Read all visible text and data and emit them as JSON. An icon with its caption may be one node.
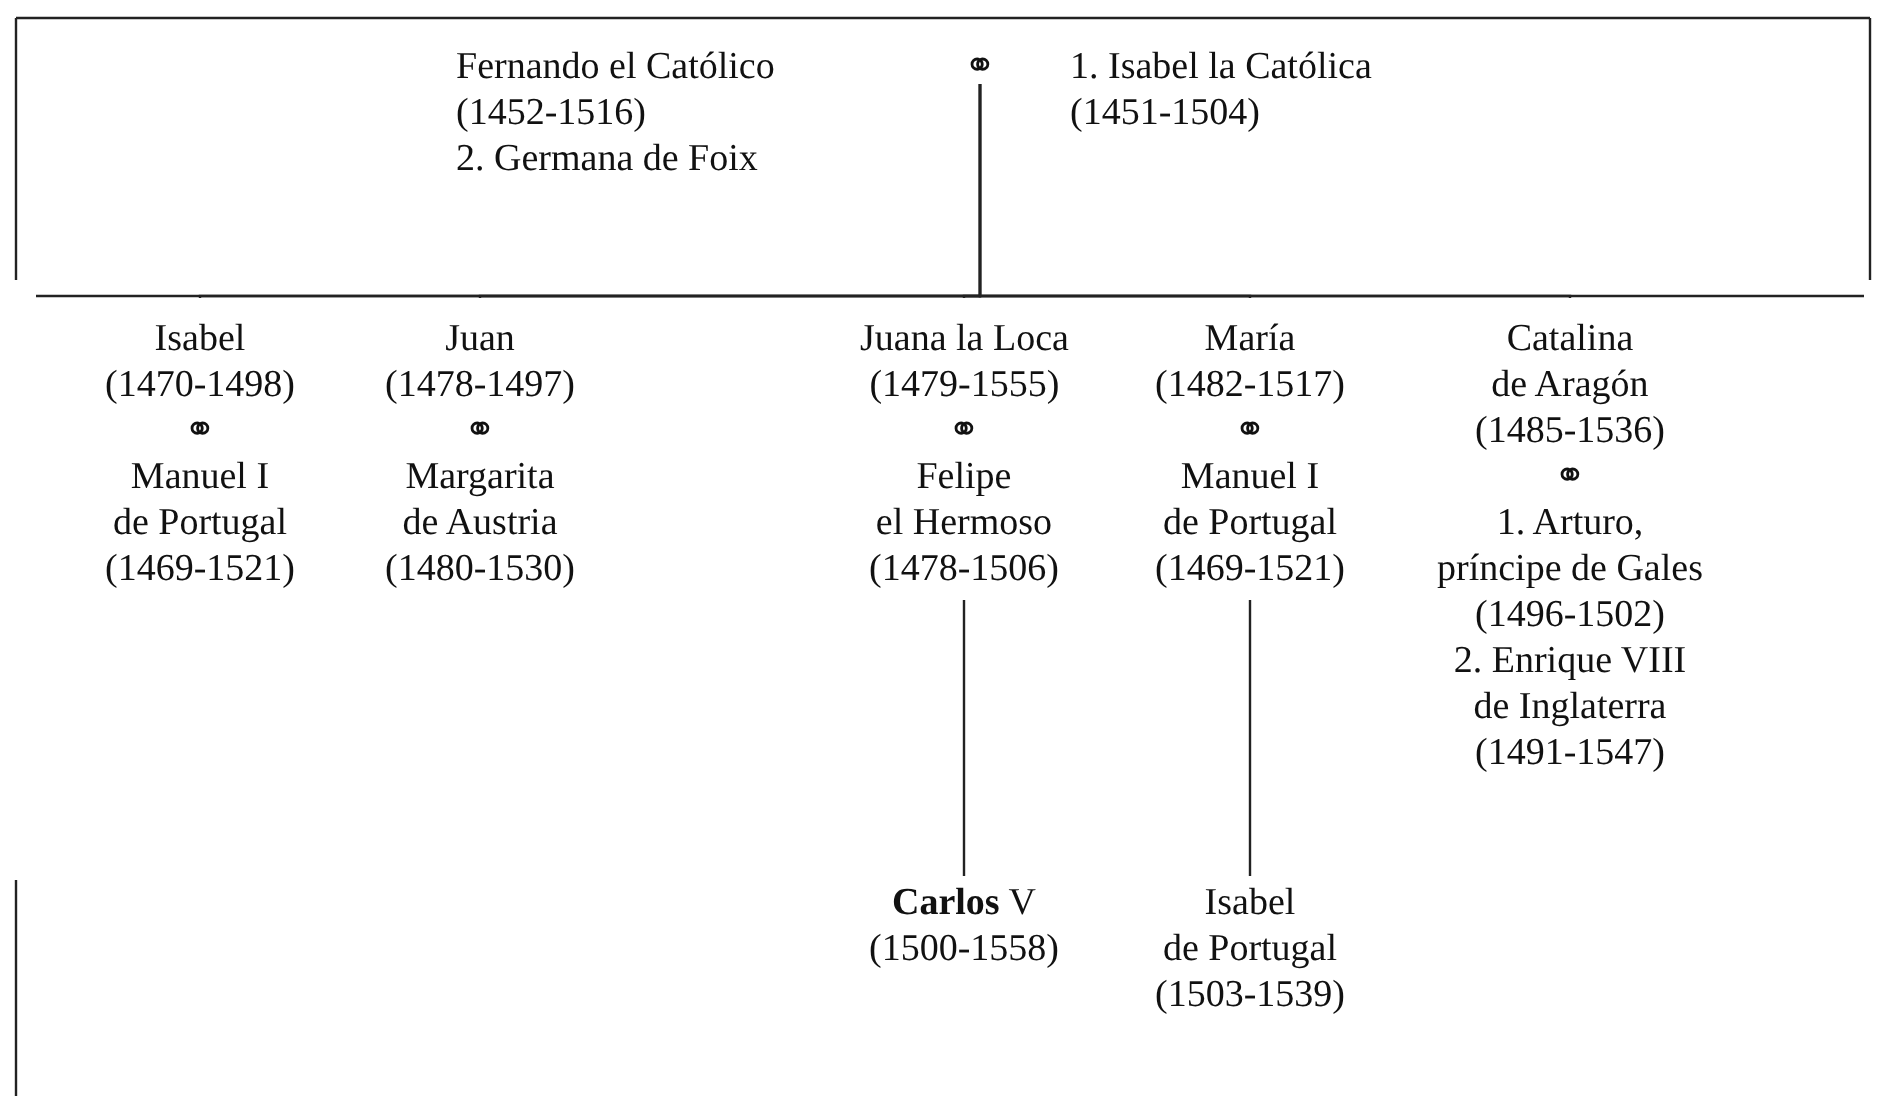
{
  "diagram": {
    "nodes": [
      {
        "text": [
          "Fernando el Católico (1452-1516)",
          "2. Germana de Foix"
        ]
      },
      {
        "text": [
          "⚭"
        ]
      },
      {
        "text": [
          "1. Isabel la Católica (1451-1504)"
        ]
      },
      {
        "text": [
          "Isabel (1470-1498)",
          "⚭",
          "Manuel I de Portugal (1469-1521)"
        ]
      },
      {
        "text": [
          "Juan (1478-1497)",
          "⚭",
          "Margarita de Austria (1480-1530)"
        ]
      },
      {
        "text": [
          "Juana la Loca (1479-1555)",
          "⚭",
          "Felipe el Hermoso (1478-1506)"
        ]
      },
      {
        "text": [
          "María (1482-1517)",
          "⚭",
          "Manuel I de Portugal (1469-1521)"
        ]
      },
      {
        "text": [
          "Catalina de Aragón (1485-1536)",
          "⚭",
          "1. Arturo, príncipe de Gales (1496-1502)",
          "2. Enrique VIII de Inglaterra (1491-1547)"
        ]
      },
      {
        "text": [
          "**Carlos** V (1500-1558)"
        ]
      },
      {
        "text": [
          "Isabel de Portugal (1503-1539)"
        ]
      }
    ],
    "edges": [
      {
        "from": 1,
        "to": 3,
        "arrow": "none"
      },
      {
        "from": 1,
        "to": 4,
        "arrow": "none"
      },
      {
        "from": 1,
        "to": 5,
        "arrow": "none"
      },
      {
        "from": 1,
        "to": 6,
        "arrow": "none"
      },
      {
        "from": 1,
        "to": 7,
        "arrow": "none"
      },
      {
        "from": 5,
        "to": 8,
        "arrow": "none"
      },
      {
        "from": 6,
        "to": 9,
        "arrow": "none"
      }
    ]
  }
}
